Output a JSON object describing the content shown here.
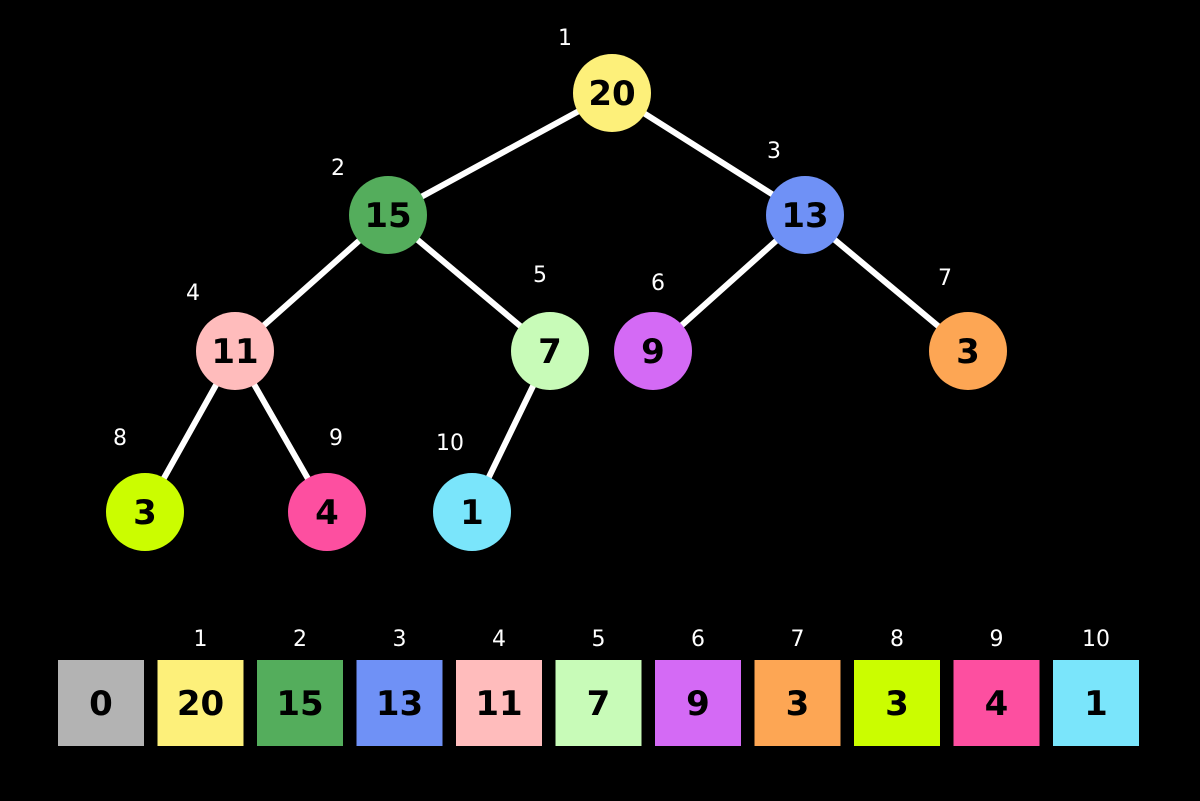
{
  "tree": {
    "nodes": [
      {
        "index": "1",
        "value": "20",
        "color": "#fdf07a"
      },
      {
        "index": "2",
        "value": "15",
        "color": "#54ad5c"
      },
      {
        "index": "3",
        "value": "13",
        "color": "#6f91f6"
      },
      {
        "index": "4",
        "value": "11",
        "color": "#ffbcbc"
      },
      {
        "index": "5",
        "value": "7",
        "color": "#c8fbb8"
      },
      {
        "index": "6",
        "value": "9",
        "color": "#d46af5"
      },
      {
        "index": "7",
        "value": "3",
        "color": "#fda654"
      },
      {
        "index": "8",
        "value": "3",
        "color": "#cbfd00"
      },
      {
        "index": "9",
        "value": "4",
        "color": "#fd4fa0"
      },
      {
        "index": "10",
        "value": "1",
        "color": "#7ae5fb"
      }
    ],
    "edge_color": "#ffffff"
  },
  "array": {
    "cells": [
      {
        "index": "",
        "value": "0",
        "color": "#b3b3b3"
      },
      {
        "index": "1",
        "value": "20",
        "color": "#fdf07a"
      },
      {
        "index": "2",
        "value": "15",
        "color": "#54ad5c"
      },
      {
        "index": "3",
        "value": "13",
        "color": "#6f91f6"
      },
      {
        "index": "4",
        "value": "11",
        "color": "#ffbcbc"
      },
      {
        "index": "5",
        "value": "7",
        "color": "#c8fbb8"
      },
      {
        "index": "6",
        "value": "9",
        "color": "#d46af5"
      },
      {
        "index": "7",
        "value": "3",
        "color": "#fda654"
      },
      {
        "index": "8",
        "value": "3",
        "color": "#cbfd00"
      },
      {
        "index": "9",
        "value": "4",
        "color": "#fd4fa0"
      },
      {
        "index": "10",
        "value": "1",
        "color": "#7ae5fb"
      }
    ]
  }
}
